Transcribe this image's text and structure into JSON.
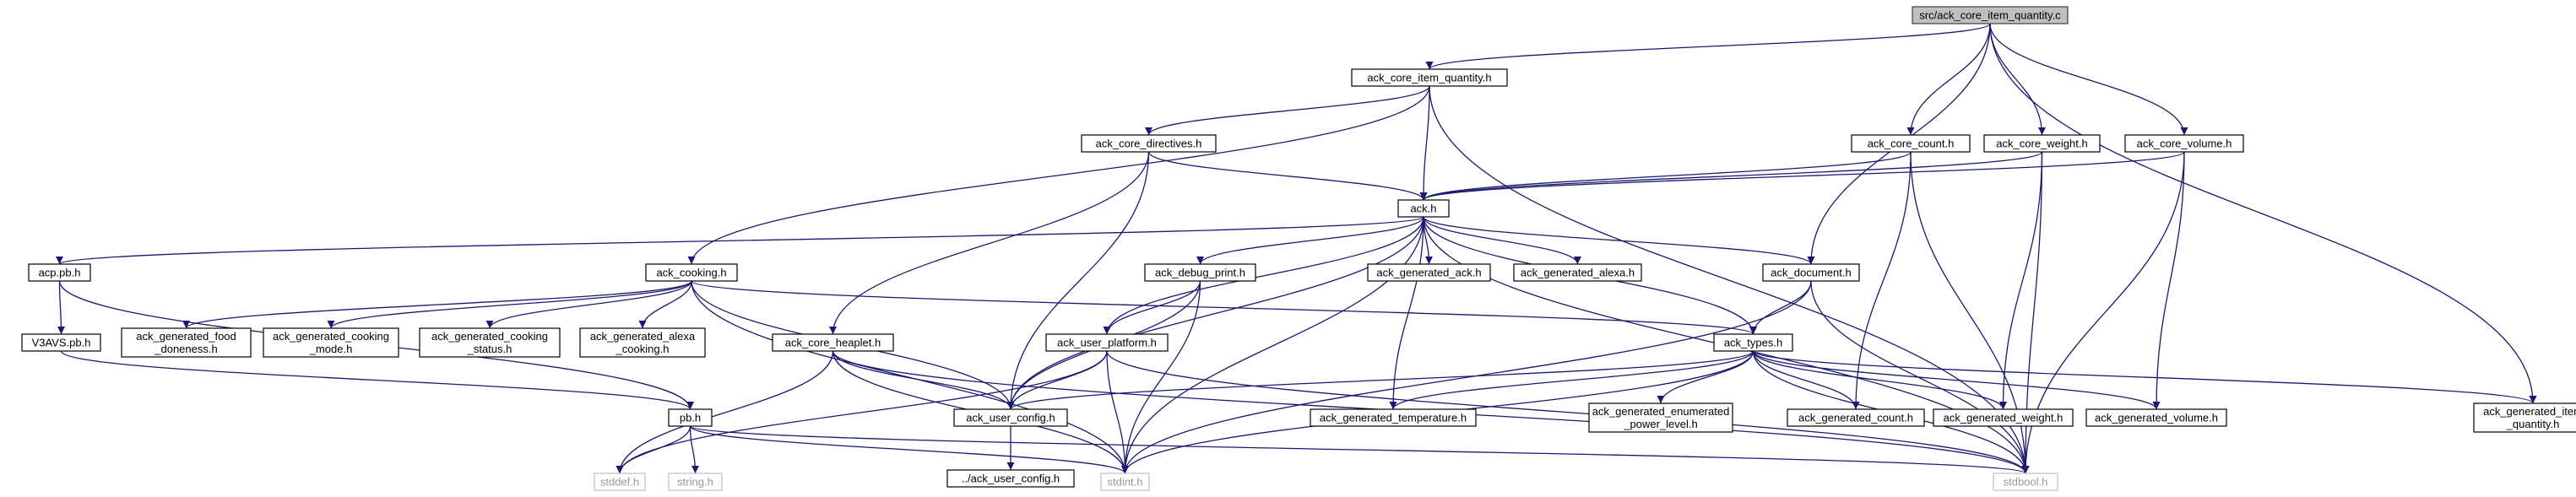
{
  "title": "",
  "nodes": [
    {
      "id": "root",
      "lines": [
        "src/ack_core_item_quantity.c"
      ],
      "kind": "root"
    },
    {
      "id": "item_quantity_h",
      "lines": [
        "ack_core_item_quantity.h"
      ]
    },
    {
      "id": "core_count_h",
      "lines": [
        "ack_core_count.h"
      ]
    },
    {
      "id": "core_weight_h",
      "lines": [
        "ack_core_weight.h"
      ]
    },
    {
      "id": "core_volume_h",
      "lines": [
        "ack_core_volume.h"
      ]
    },
    {
      "id": "core_directives_h",
      "lines": [
        "ack_core_directives.h"
      ]
    },
    {
      "id": "ack_h",
      "lines": [
        "ack.h"
      ]
    },
    {
      "id": "acp_pb_h",
      "lines": [
        "acp.pb.h"
      ]
    },
    {
      "id": "cooking_h",
      "lines": [
        "ack_cooking.h"
      ]
    },
    {
      "id": "debug_print_h",
      "lines": [
        "ack_debug_print.h"
      ]
    },
    {
      "id": "gen_ack_h",
      "lines": [
        "ack_generated_ack.h"
      ]
    },
    {
      "id": "gen_alexa_h",
      "lines": [
        "ack_generated_alexa.h"
      ]
    },
    {
      "id": "document_h",
      "lines": [
        "ack_document.h"
      ]
    },
    {
      "id": "v3avs_h",
      "lines": [
        "V3AVS.pb.h"
      ]
    },
    {
      "id": "gen_food_h",
      "lines": [
        "ack_generated_food",
        "_doneness.h"
      ]
    },
    {
      "id": "gen_cook_mode_h",
      "lines": [
        "ack_generated_cooking",
        "_mode.h"
      ]
    },
    {
      "id": "gen_cook_status_h",
      "lines": [
        "ack_generated_cooking",
        "_status.h"
      ]
    },
    {
      "id": "gen_alexa_cook_h",
      "lines": [
        "ack_generated_alexa",
        "_cooking.h"
      ]
    },
    {
      "id": "heaplet_h",
      "lines": [
        "ack_core_heaplet.h"
      ]
    },
    {
      "id": "user_platform_h",
      "lines": [
        "ack_user_platform.h"
      ]
    },
    {
      "id": "types_h",
      "lines": [
        "ack_types.h"
      ]
    },
    {
      "id": "pb_h",
      "lines": [
        "pb.h"
      ]
    },
    {
      "id": "user_config_h",
      "lines": [
        "ack_user_config.h"
      ]
    },
    {
      "id": "gen_temp_h",
      "lines": [
        "ack_generated_temperature.h"
      ]
    },
    {
      "id": "gen_power_h",
      "lines": [
        "ack_generated_enumerated",
        "_power_level.h"
      ]
    },
    {
      "id": "gen_count_h",
      "lines": [
        "ack_generated_count.h"
      ]
    },
    {
      "id": "gen_weight_h",
      "lines": [
        "ack_generated_weight.h"
      ]
    },
    {
      "id": "gen_volume_h",
      "lines": [
        "ack_generated_volume.h"
      ]
    },
    {
      "id": "gen_item_qty_h",
      "lines": [
        "ack_generated_item",
        "_quantity.h"
      ]
    },
    {
      "id": "stddef_h",
      "lines": [
        "stddef.h"
      ],
      "kind": "sys"
    },
    {
      "id": "string_h",
      "lines": [
        "string.h"
      ],
      "kind": "sys"
    },
    {
      "id": "stdint_h",
      "lines": [
        "stdint.h"
      ],
      "kind": "sys"
    },
    {
      "id": "dotdot_user_config_h",
      "lines": [
        "../ack_user_config.h"
      ]
    },
    {
      "id": "stdbool_h",
      "lines": [
        "stdbool.h"
      ],
      "kind": "sys"
    }
  ],
  "edges": [
    [
      "root",
      "item_quantity_h"
    ],
    [
      "root",
      "core_count_h"
    ],
    [
      "root",
      "core_weight_h"
    ],
    [
      "root",
      "core_volume_h"
    ],
    [
      "root",
      "document_h"
    ],
    [
      "root",
      "gen_item_qty_h"
    ],
    [
      "item_quantity_h",
      "core_directives_h"
    ],
    [
      "item_quantity_h",
      "ack_h"
    ],
    [
      "item_quantity_h",
      "cooking_h"
    ],
    [
      "item_quantity_h",
      "stdbool_h"
    ],
    [
      "core_count_h",
      "ack_h"
    ],
    [
      "core_count_h",
      "gen_count_h"
    ],
    [
      "core_count_h",
      "stdbool_h"
    ],
    [
      "core_weight_h",
      "ack_h"
    ],
    [
      "core_weight_h",
      "gen_weight_h"
    ],
    [
      "core_weight_h",
      "stdbool_h"
    ],
    [
      "core_volume_h",
      "ack_h"
    ],
    [
      "core_volume_h",
      "gen_volume_h"
    ],
    [
      "core_volume_h",
      "stdbool_h"
    ],
    [
      "core_directives_h",
      "ack_h"
    ],
    [
      "core_directives_h",
      "heaplet_h"
    ],
    [
      "core_directives_h",
      "user_config_h"
    ],
    [
      "ack_h",
      "acp_pb_h"
    ],
    [
      "ack_h",
      "debug_print_h"
    ],
    [
      "ack_h",
      "gen_ack_h"
    ],
    [
      "ack_h",
      "gen_alexa_h"
    ],
    [
      "ack_h",
      "document_h"
    ],
    [
      "ack_h",
      "types_h"
    ],
    [
      "ack_h",
      "user_platform_h"
    ],
    [
      "ack_h",
      "user_config_h"
    ],
    [
      "ack_h",
      "gen_temp_h"
    ],
    [
      "ack_h",
      "stdint_h"
    ],
    [
      "ack_h",
      "stdbool_h"
    ],
    [
      "acp_pb_h",
      "v3avs_h"
    ],
    [
      "acp_pb_h",
      "pb_h"
    ],
    [
      "v3avs_h",
      "pb_h"
    ],
    [
      "cooking_h",
      "gen_food_h"
    ],
    [
      "cooking_h",
      "gen_cook_mode_h"
    ],
    [
      "cooking_h",
      "gen_cook_status_h"
    ],
    [
      "cooking_h",
      "gen_alexa_cook_h"
    ],
    [
      "cooking_h",
      "types_h"
    ],
    [
      "cooking_h",
      "user_config_h"
    ],
    [
      "cooking_h",
      "stdint_h"
    ],
    [
      "debug_print_h",
      "user_platform_h"
    ],
    [
      "debug_print_h",
      "user_config_h"
    ],
    [
      "debug_print_h",
      "stdint_h"
    ],
    [
      "document_h",
      "types_h"
    ],
    [
      "document_h",
      "stdint_h"
    ],
    [
      "document_h",
      "stdbool_h"
    ],
    [
      "heaplet_h",
      "user_config_h"
    ],
    [
      "heaplet_h",
      "stddef_h"
    ],
    [
      "heaplet_h",
      "stdint_h"
    ],
    [
      "heaplet_h",
      "stdbool_h"
    ],
    [
      "user_platform_h",
      "user_config_h"
    ],
    [
      "user_platform_h",
      "stddef_h"
    ],
    [
      "user_platform_h",
      "stdint_h"
    ],
    [
      "user_platform_h",
      "stdbool_h"
    ],
    [
      "types_h",
      "user_config_h"
    ],
    [
      "types_h",
      "gen_temp_h"
    ],
    [
      "types_h",
      "gen_power_h"
    ],
    [
      "types_h",
      "gen_count_h"
    ],
    [
      "types_h",
      "gen_weight_h"
    ],
    [
      "types_h",
      "gen_volume_h"
    ],
    [
      "types_h",
      "gen_item_qty_h"
    ],
    [
      "types_h",
      "stdint_h"
    ],
    [
      "types_h",
      "stdbool_h"
    ],
    [
      "pb_h",
      "stddef_h"
    ],
    [
      "pb_h",
      "string_h"
    ],
    [
      "pb_h",
      "stdint_h"
    ],
    [
      "pb_h",
      "stdbool_h"
    ],
    [
      "user_config_h",
      "dotdot_user_config_h"
    ]
  ]
}
